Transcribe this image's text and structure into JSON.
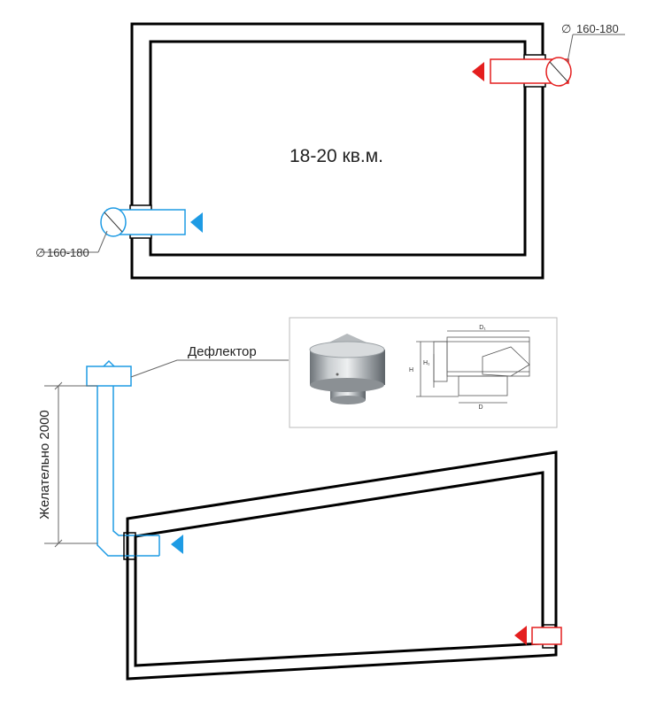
{
  "plan": {
    "area_label": "18-20 кв.м.",
    "outlet_diameter_label": "160-180",
    "inlet_diameter_label": "160-180",
    "diameter_symbol": "∅"
  },
  "section": {
    "deflector_label": "Дефлектор",
    "height_label": "Желательно 2000"
  },
  "drawing_labels": {
    "d1": "D₁",
    "h": "H",
    "h1": "H₁",
    "d": "D"
  },
  "colors": {
    "wall": "#000000",
    "outlet": "#e41e1e",
    "inlet": "#1e9be4",
    "leader": "#666666"
  },
  "icons": [
    "diameter-symbol-icon",
    "flow-arrow-icon",
    "deflector-photo-icon"
  ]
}
